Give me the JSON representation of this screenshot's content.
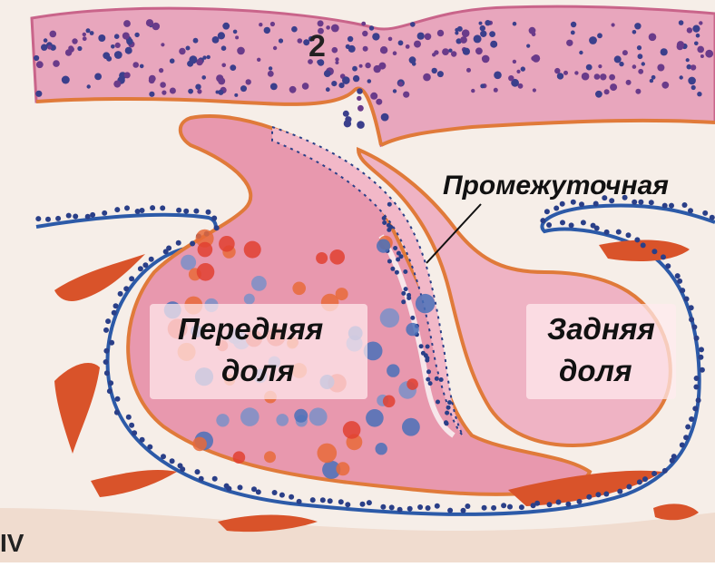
{
  "labels": {
    "number_top": "2",
    "intermediate": "Промежуточная",
    "anterior_line1": "Передняя",
    "anterior_line2": "доля",
    "posterior_line1": "Задняя",
    "posterior_line2": "доля",
    "roman_bottom_left": "IV"
  },
  "colors": {
    "background": "#f6eee8",
    "tissue_pink": "#e7a0b5",
    "epithelium": "#c66b8c",
    "outline_orange": "#e07a3a",
    "capsule_blue": "#2c5aa8",
    "cell_dot_blue": "#2a3f88",
    "vessel_red": "#d9532a",
    "cell_red": "#e04030",
    "cell_blue": "#4a70b8"
  }
}
